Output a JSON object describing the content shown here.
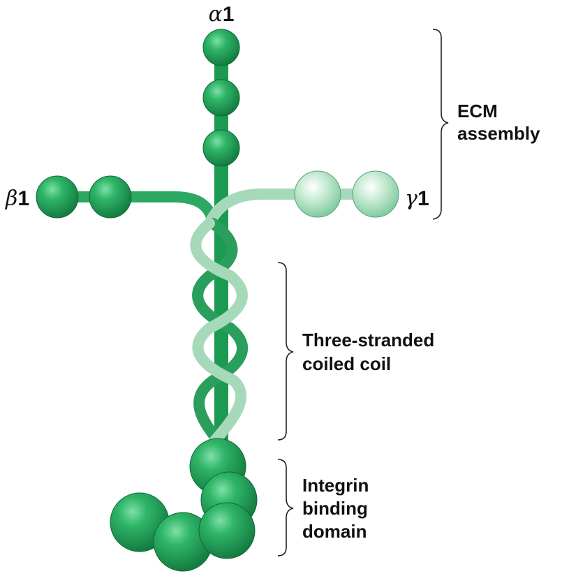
{
  "chains": [
    {
      "greek": "α",
      "number": "1",
      "color": "#1f9e57"
    },
    {
      "greek": "β",
      "number": "1",
      "color": "#2fae6a"
    },
    {
      "greek": "γ",
      "number": "1",
      "color": "#a8dcbc"
    }
  ],
  "regions": {
    "ecm": [
      "ECM",
      "assembly"
    ],
    "coil": [
      "Three-stranded",
      "coiled coil"
    ],
    "integrin": [
      "Integrin",
      "binding",
      "domain"
    ]
  }
}
